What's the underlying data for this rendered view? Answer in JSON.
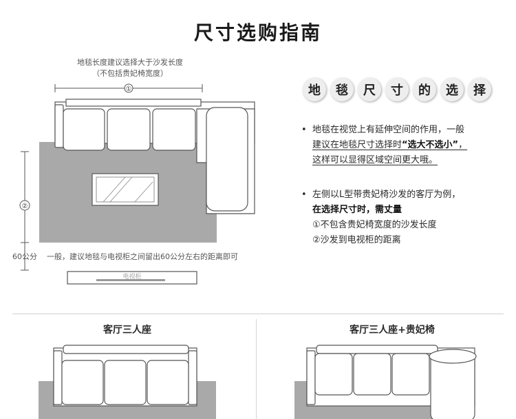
{
  "page": {
    "title": "尺寸选购指南"
  },
  "top_diagram": {
    "width_note_line1": "地毯长度建议选择大于沙发长度",
    "width_note_line2": "（不包括贵妃椅宽度）",
    "marker_1": "①",
    "marker_2": "②",
    "distance_label": "60公分",
    "distance_note": "一般，建议地毯与电视柜之间留出60公分左右的距离即可",
    "tv_cabinet_label": "电视柜"
  },
  "tips": {
    "heading_chars": [
      "地",
      "毯",
      "尺",
      "寸",
      "的",
      "选",
      "择"
    ],
    "bullet_symbol": "•",
    "bullet1_line1": "地毯在视觉上有延伸空间的作用，一般",
    "bullet1_line2_prefix": "建议在地毯尺寸选择时",
    "bullet1_line2_emphasis": "“选大不选小”",
    "bullet1_line2_suffix": "，",
    "bullet1_line3": "这样可以显得区域空间更大哦。",
    "bullet2_line1": "左侧以L型带贵妃椅沙发的客厅为例，",
    "bullet2_line2": "在选择尺寸时，需丈量",
    "bullet2_line3": "①不包含贵妃椅宽度的沙发长度",
    "bullet2_line4": "②沙发到电视柜的距离"
  },
  "bottom_panels": {
    "left_label": "客厅三人座",
    "right_label": "客厅三人座+贵妃椅"
  },
  "colors": {
    "rug": "#a9a9a9",
    "sofa_fill": "#ffffff",
    "sofa_stroke": "#555555",
    "text_dark": "#1a1a1a"
  }
}
